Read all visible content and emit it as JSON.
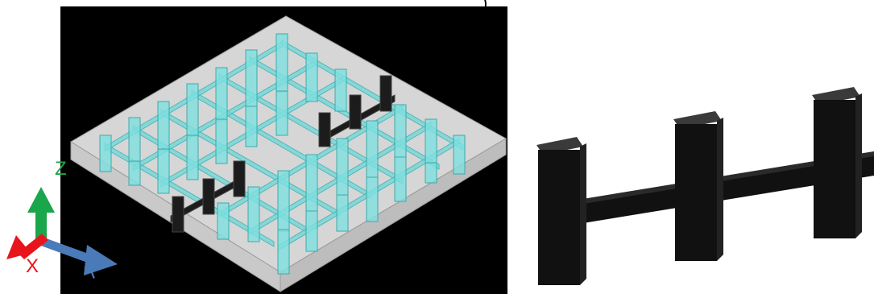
{
  "figure": {
    "panel_a_label": ")",
    "panel_b_label": "b)"
  },
  "axes_triad": {
    "z_label": "Z",
    "x_label": "X",
    "y_label": "Y",
    "z_color": "#1aa64a",
    "x_color": "#e8141c",
    "y_color": "#4a7ab8"
  },
  "colors": {
    "background_panel_a": "#000000",
    "substrate": "#cfcfcf",
    "cyan_structure": "#5ccfcf",
    "dark_structure": "#1c1c1c"
  }
}
